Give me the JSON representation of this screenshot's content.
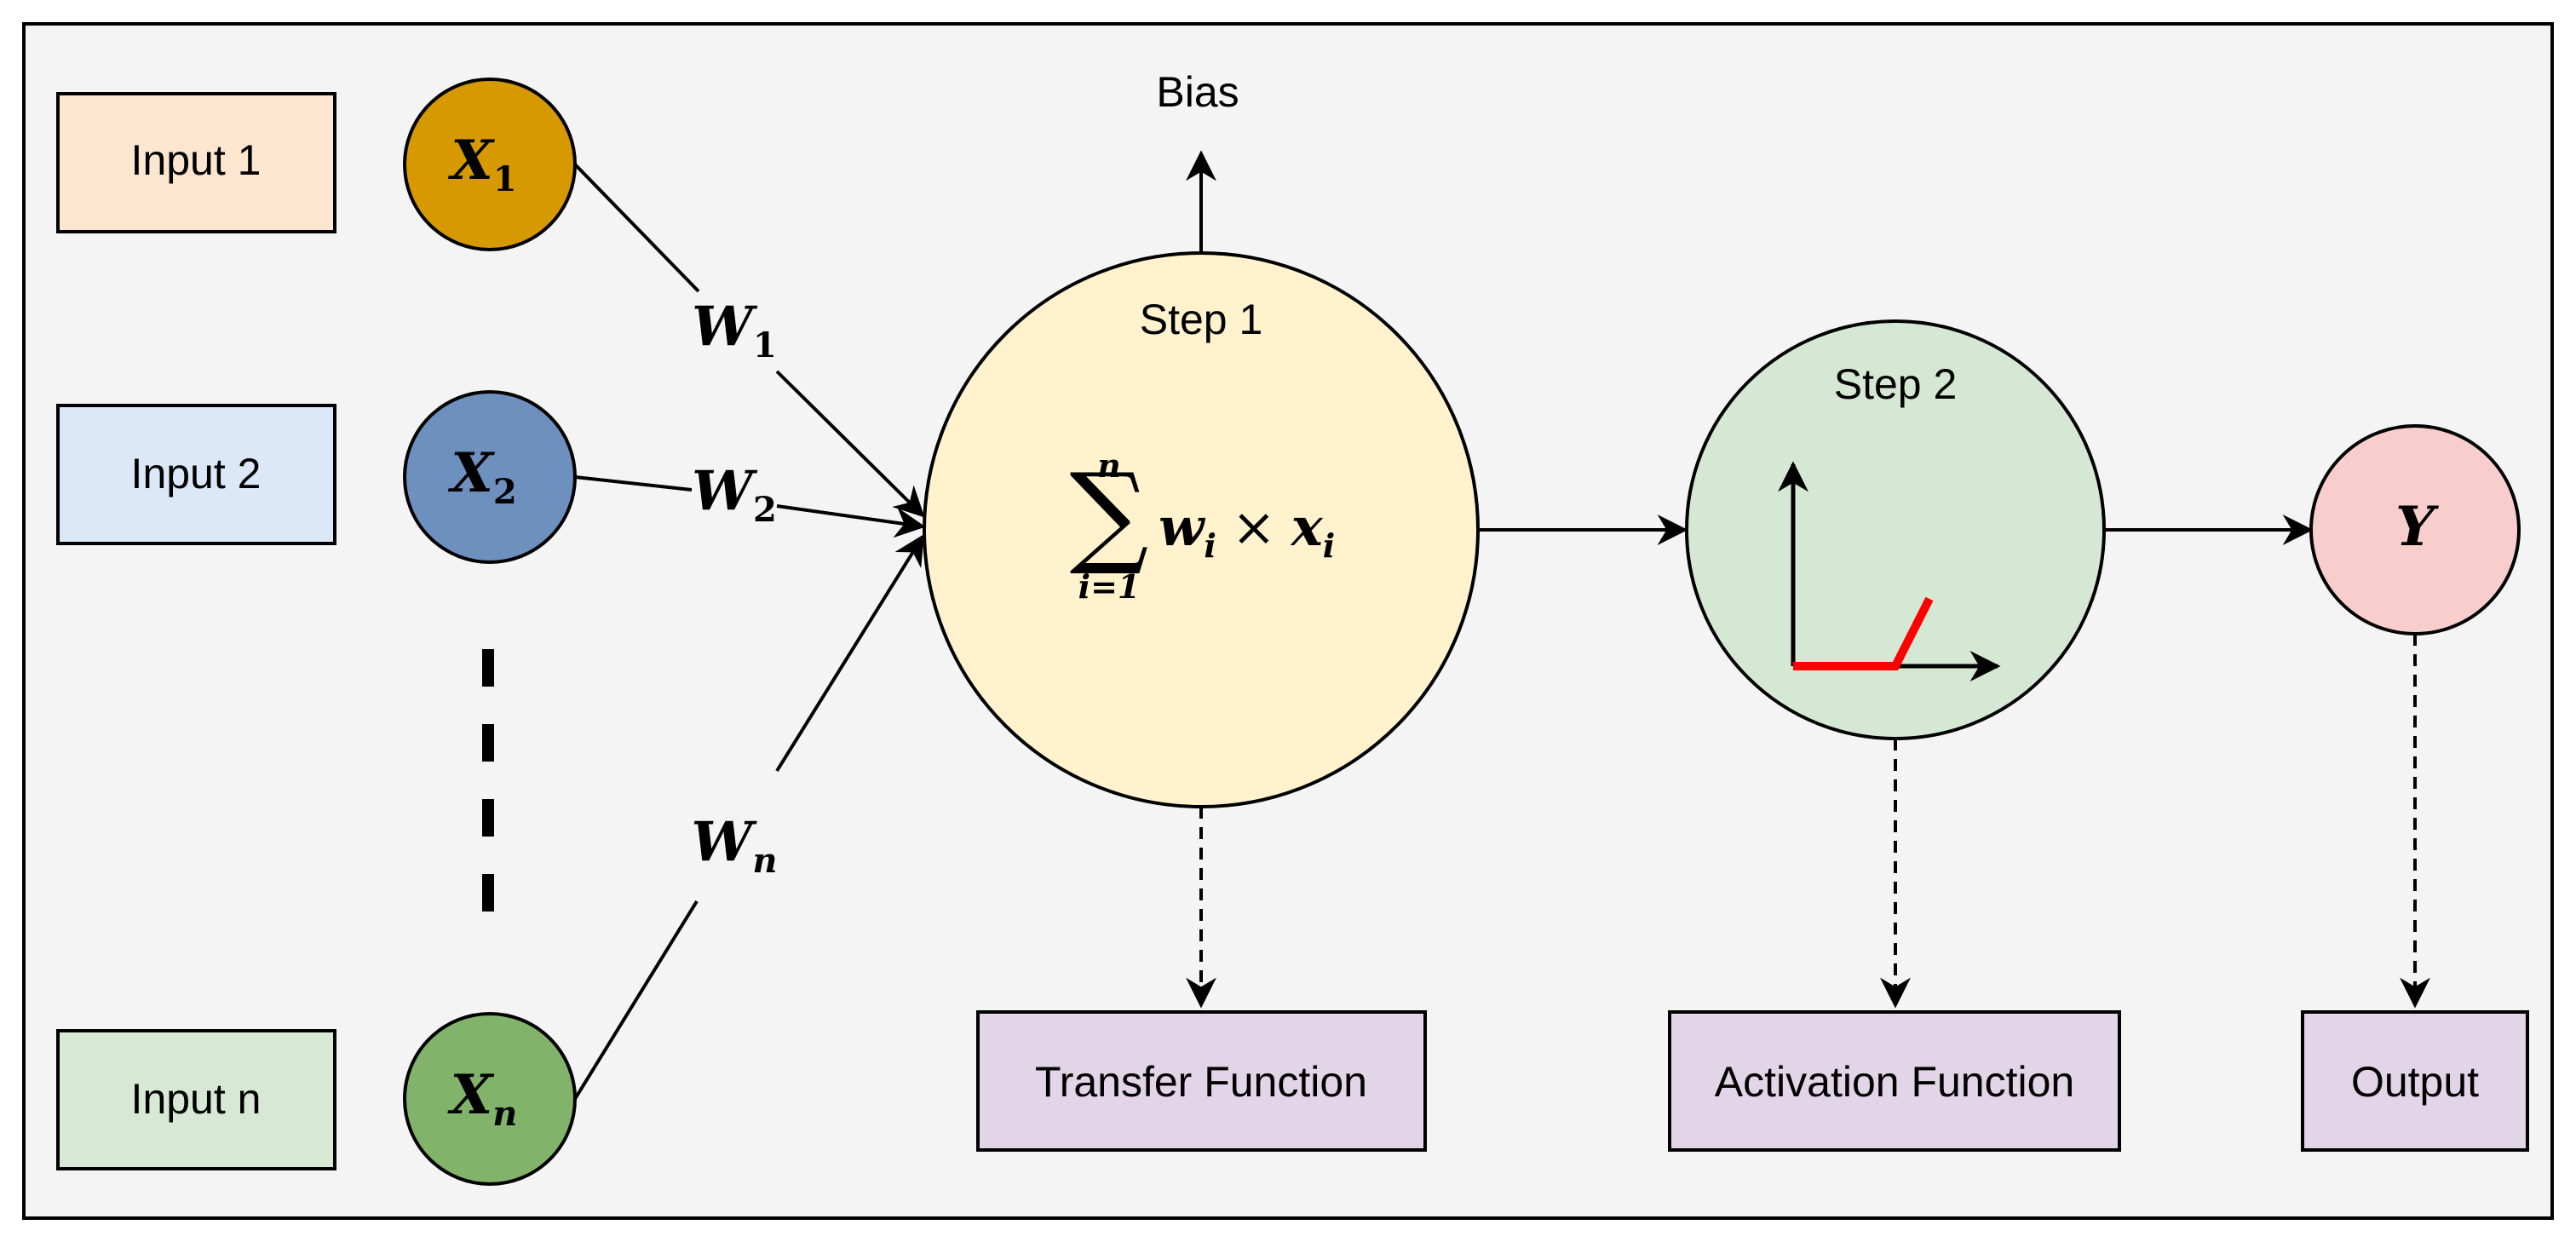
{
  "inputs": [
    {
      "label": "Input 1",
      "node": "X",
      "sub": "1",
      "weight": "W",
      "wsub": "1",
      "box_fill": "#fde6cf",
      "node_fill": "#d69a00"
    },
    {
      "label": "Input 2",
      "node": "X",
      "sub": "2",
      "weight": "W",
      "wsub": "2",
      "box_fill": "#dbe8f8",
      "node_fill": "#6e90bf"
    },
    {
      "label": "Input n",
      "node": "X",
      "sub": "n",
      "weight": "W",
      "wsub": "n",
      "box_fill": "#d7e8d4",
      "node_fill": "#82b36a"
    }
  ],
  "bias": {
    "label": "Bias"
  },
  "step1": {
    "title": "Step 1",
    "formula": {
      "sum_top": "n",
      "sum_bottom": "i=1",
      "w": "w",
      "w_sub": "i",
      "times": "×",
      "x": "x",
      "x_sub": "i"
    },
    "fill": "#fff2cc"
  },
  "step2": {
    "title": "Step 2",
    "fill": "#d5e8d4",
    "curve_color": "#ff0000"
  },
  "output_node": {
    "label": "Y",
    "fill": "#f8cecc"
  },
  "function_boxes": {
    "transfer": "Transfer Function",
    "activation": "Activation Function",
    "output": "Output",
    "fill": "#e1d5e7"
  },
  "colors": {
    "background": "#f4f4f4",
    "stroke": "#000000"
  }
}
